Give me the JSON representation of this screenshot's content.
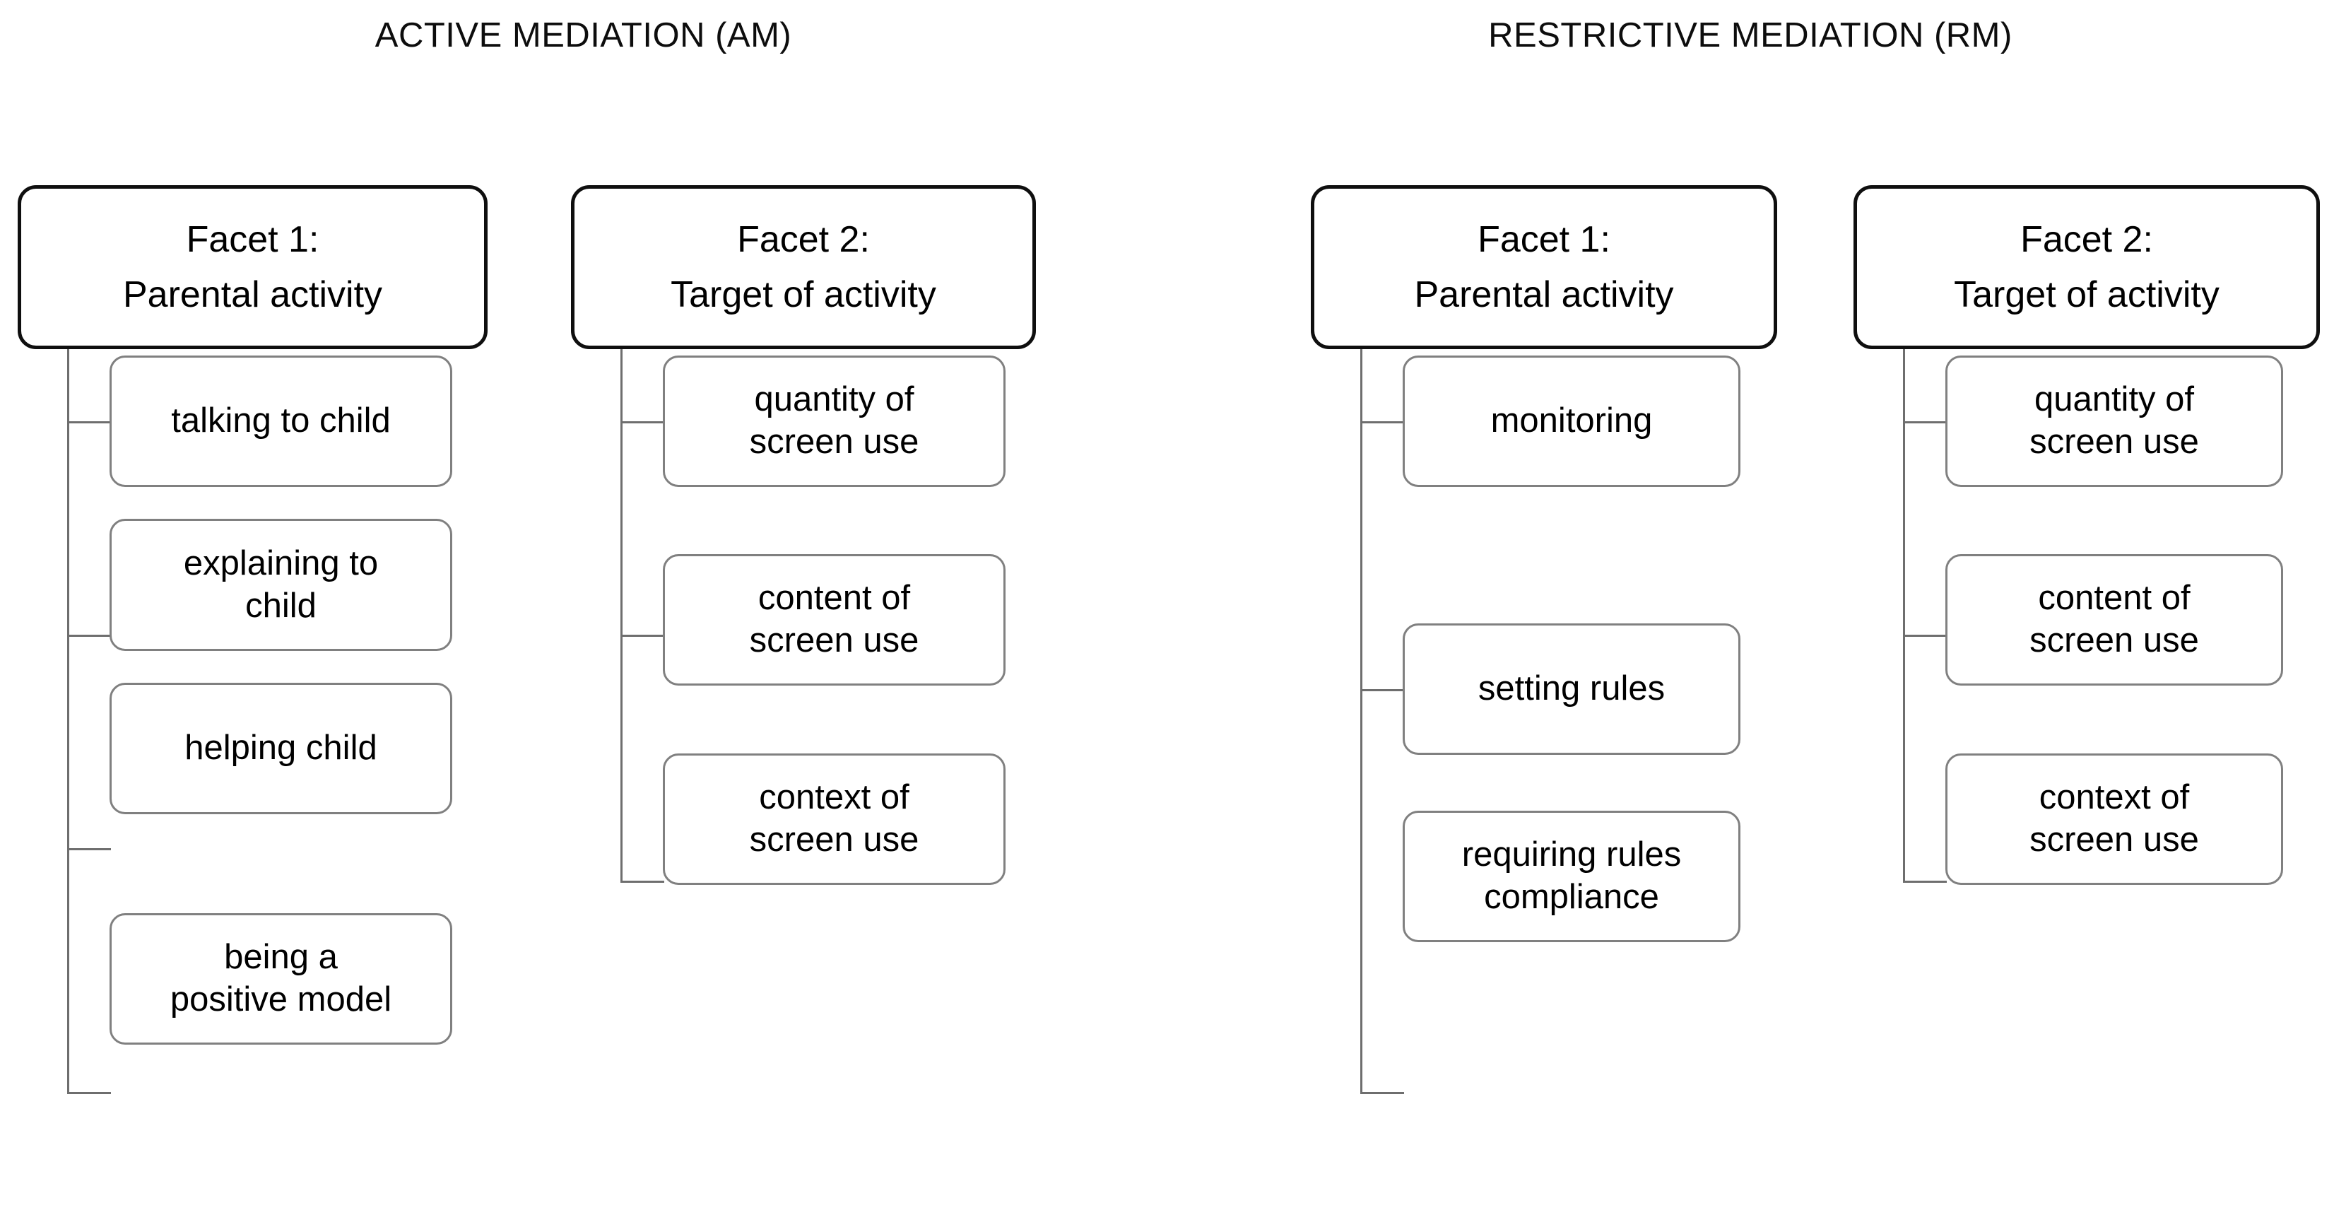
{
  "sections": [
    {
      "id": "am",
      "title": "ACTIVE MEDIATION (AM)",
      "columns": [
        {
          "id": "am-facet-1",
          "header_line1": "Facet 1:",
          "header_line2": "Parental activity",
          "children": [
            {
              "line1": "talking to child",
              "line2": ""
            },
            {
              "line1": "explaining to",
              "line2": "child"
            },
            {
              "line1": "helping child",
              "line2": ""
            },
            {
              "line1": "being a",
              "line2": "positive model"
            }
          ]
        },
        {
          "id": "am-facet-2",
          "header_line1": "Facet 2:",
          "header_line2": "Target of activity",
          "children": [
            {
              "line1": "quantity of",
              "line2": "screen use"
            },
            {
              "line1": "content of",
              "line2": "screen use"
            },
            {
              "line1": "context of",
              "line2": "screen use"
            }
          ]
        }
      ]
    },
    {
      "id": "rm",
      "title": "RESTRICTIVE MEDIATION (RM)",
      "columns": [
        {
          "id": "rm-facet-1",
          "header_line1": "Facet 1:",
          "header_line2": "Parental activity",
          "children": [
            {
              "line1": "monitoring",
              "line2": ""
            },
            {
              "line1": "setting rules",
              "line2": ""
            },
            {
              "line1": "requiring rules",
              "line2": "compliance"
            }
          ]
        },
        {
          "id": "rm-facet-2",
          "header_line1": "Facet 2:",
          "header_line2": "Target of activity",
          "children": [
            {
              "line1": "quantity of",
              "line2": "screen use"
            },
            {
              "line1": "content of",
              "line2": "screen use"
            },
            {
              "line1": "context of",
              "line2": "screen use"
            }
          ]
        }
      ]
    }
  ],
  "colors": {
    "background": "#ffffff",
    "text": "#000000",
    "header_border": "#0f0f0f",
    "child_border": "#808080",
    "connector": "#6e6e6e"
  }
}
